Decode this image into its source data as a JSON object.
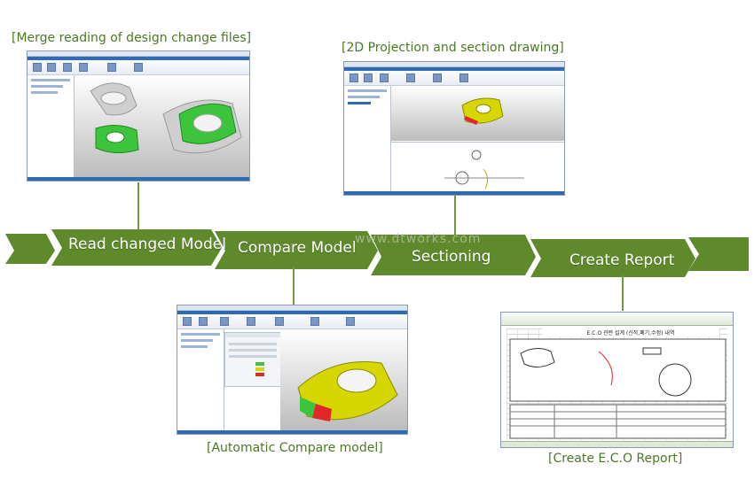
{
  "captions": {
    "merge": "[Merge reading of design change files]",
    "projection": "[2D Projection and section drawing]",
    "compare": "[Automatic Compare model]",
    "eco": "[Create E.C.O Report]"
  },
  "steps": [
    {
      "label": "Read changed Model"
    },
    {
      "label": "Compare Model"
    },
    {
      "label": "Sectioning"
    },
    {
      "label": "Create Report"
    }
  ],
  "watermark": "www.dtworks.com",
  "eco_sheet_title": "E.C.O 관련 설계 (신작,폐기,수정) 내역",
  "colors": {
    "ribbon_green": "#5f8a2c",
    "caption_green": "#4a7a25",
    "model_gray": "#cfcfcf",
    "model_green": "#3cc43c",
    "model_yellow": "#d6d600",
    "model_red": "#e02828"
  }
}
